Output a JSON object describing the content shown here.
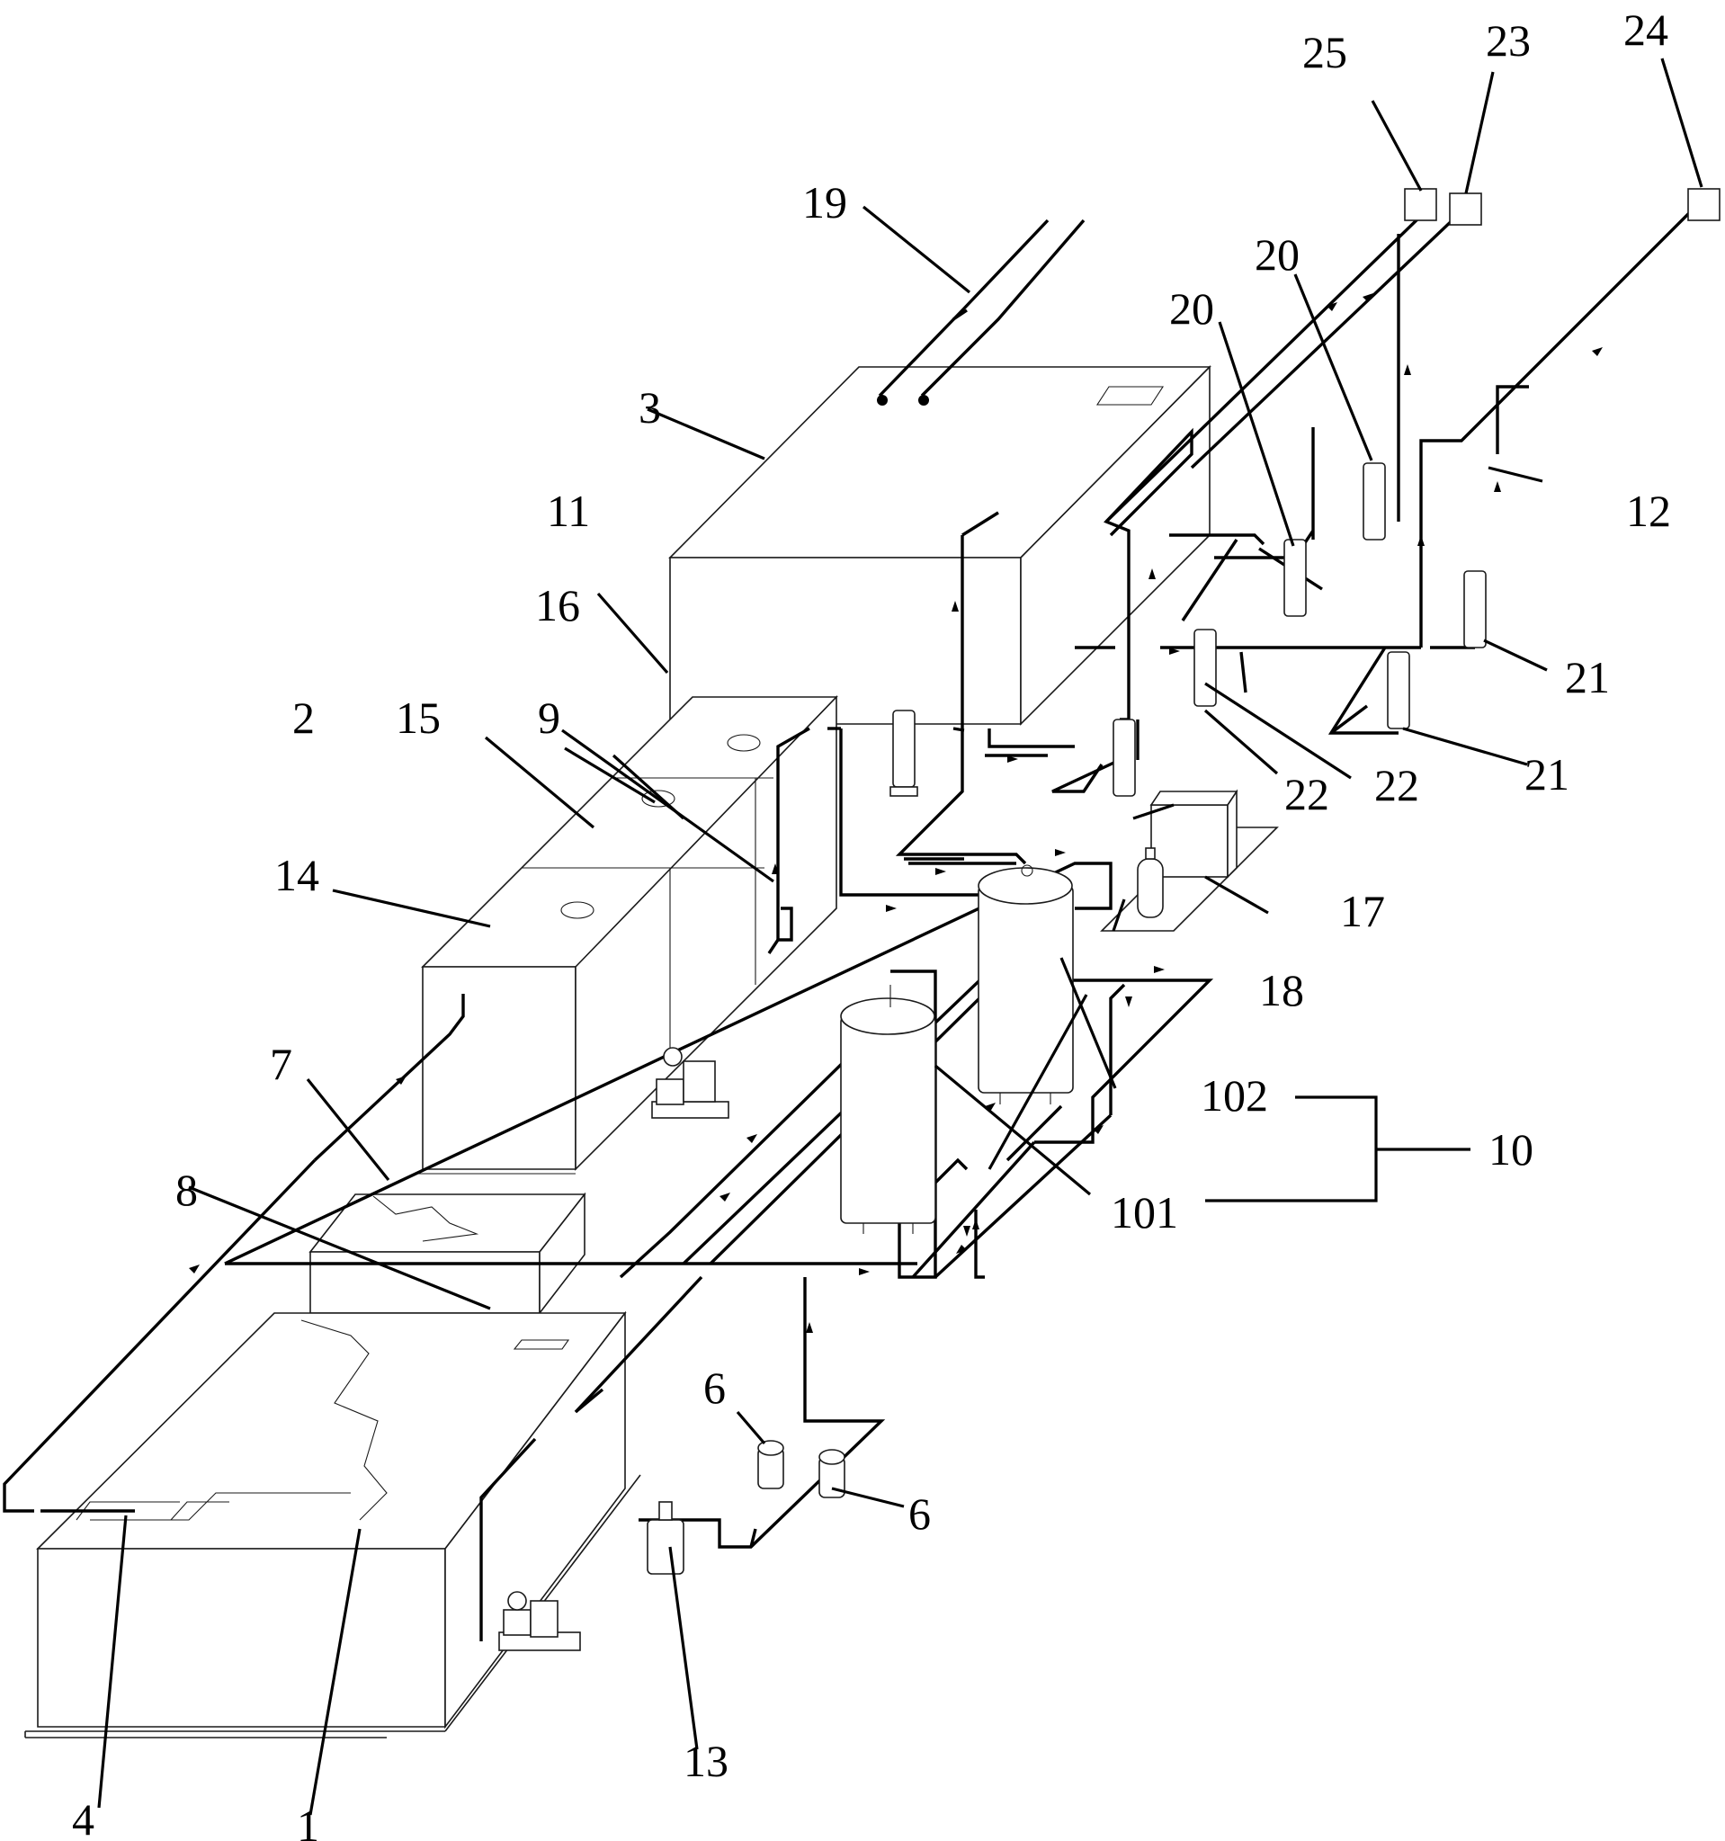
{
  "labels": {
    "l1": "1",
    "l2": "2",
    "l3": "3",
    "l4": "4",
    "l6a": "6",
    "l6b": "6",
    "l7": "7",
    "l8": "8",
    "l9": "9",
    "l10": "10",
    "l11": "11",
    "l12": "12",
    "l13": "13",
    "l14": "14",
    "l15": "15",
    "l16": "16",
    "l17": "17",
    "l18": "18",
    "l19": "19",
    "l20a": "20",
    "l20b": "20",
    "l21a": "21",
    "l21b": "21",
    "l22a": "22",
    "l22b": "22",
    "l23": "23",
    "l24": "24",
    "l25": "25",
    "l101": "101",
    "l102": "102"
  }
}
